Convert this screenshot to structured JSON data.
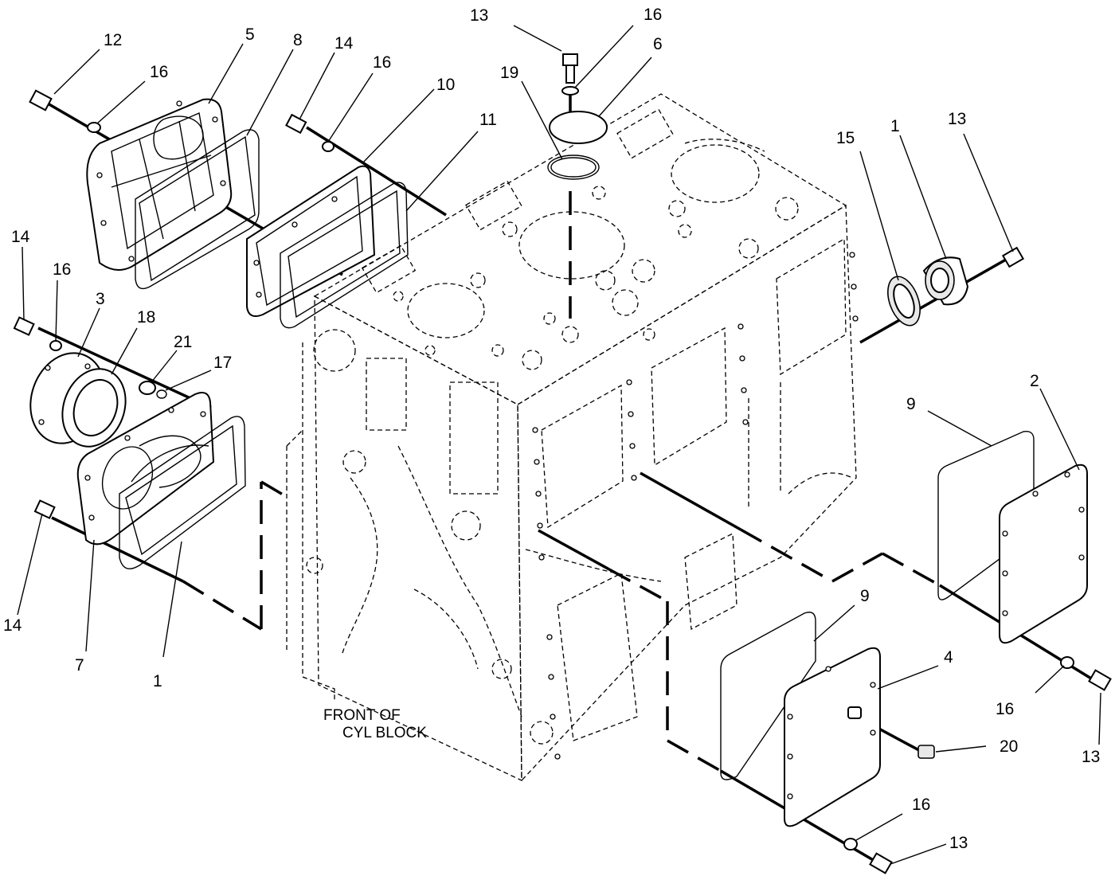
{
  "caption": {
    "line1": "FRONT OF",
    "line2": "CYL BLOCK"
  },
  "callouts": {
    "c12": "12",
    "c16a": "16",
    "c5": "5",
    "c8": "8",
    "c14a": "14",
    "c16b": "16",
    "c10": "10",
    "c11": "11",
    "c13a": "13",
    "c16c": "16",
    "c6": "6",
    "c19": "19",
    "c15": "15",
    "c1a": "1",
    "c13b": "13",
    "c14b": "14",
    "c16d": "16",
    "c3": "3",
    "c18": "18",
    "c21": "21",
    "c17": "17",
    "c14c": "14",
    "c7": "7",
    "c1b": "1",
    "c9a": "9",
    "c2": "2",
    "c9b": "9",
    "c4": "4",
    "c16e": "16",
    "c13c": "13",
    "c20": "20",
    "c16f": "16",
    "c13d": "13"
  }
}
